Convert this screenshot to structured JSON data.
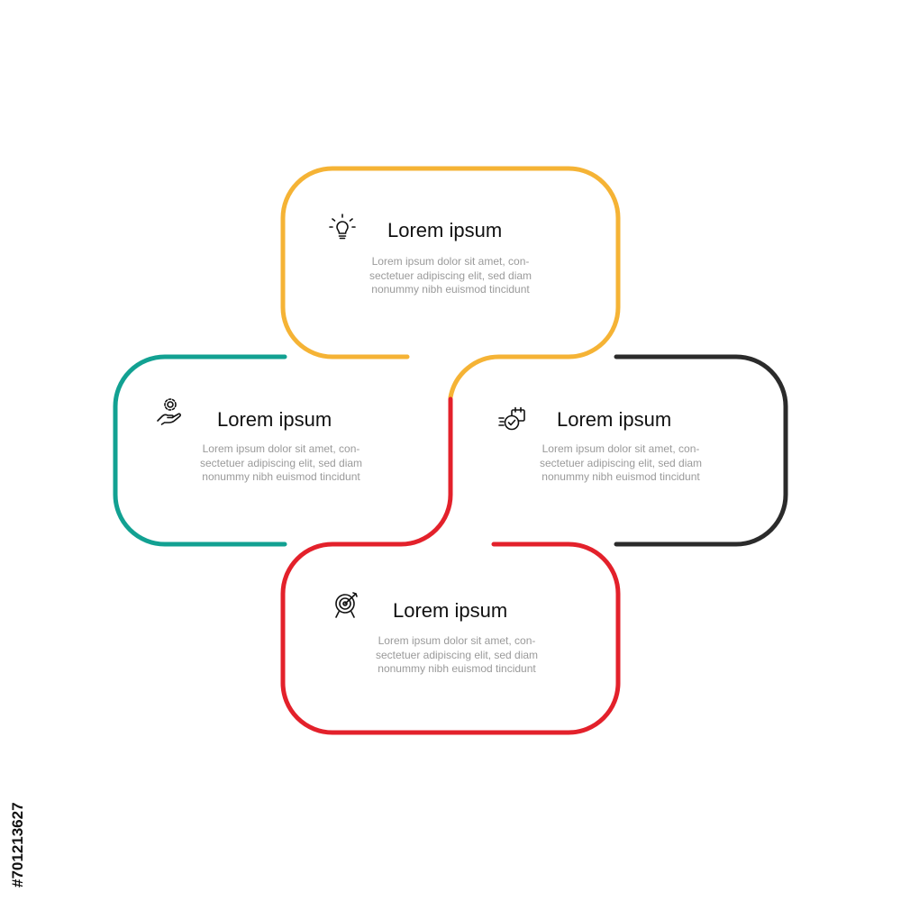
{
  "colors": {
    "top": "#f5b335",
    "left": "#12a192",
    "right": "#2b2b2b",
    "bottom": "#e3212b",
    "title_text": "#111111",
    "desc_text": "#9a9a9a"
  },
  "cards": {
    "top": {
      "title": "Lorem ipsum",
      "desc": "Lorem ipsum dolor sit amet, con-sectetuer adipiscing elit, sed diam nonummy nibh euismod tincidunt",
      "icon": "lightbulb-icon"
    },
    "left": {
      "title": "Lorem ipsum",
      "desc": "Lorem ipsum dolor sit amet, con-sectetuer adipiscing elit, sed diam nonummy nibh euismod tincidunt",
      "icon": "hand-gear-icon"
    },
    "right": {
      "title": "Lorem ipsum",
      "desc": "Lorem ipsum dolor sit amet, con-sectetuer adipiscing elit, sed diam nonummy nibh euismod tincidunt",
      "icon": "fast-calendar-icon"
    },
    "bottom": {
      "title": "Lorem ipsum",
      "desc": "Lorem ipsum dolor sit amet, con-sectetuer adipiscing elit, sed diam nonummy nibh euismod tincidunt",
      "icon": "target-icon"
    }
  },
  "stock_id": "#701213627"
}
